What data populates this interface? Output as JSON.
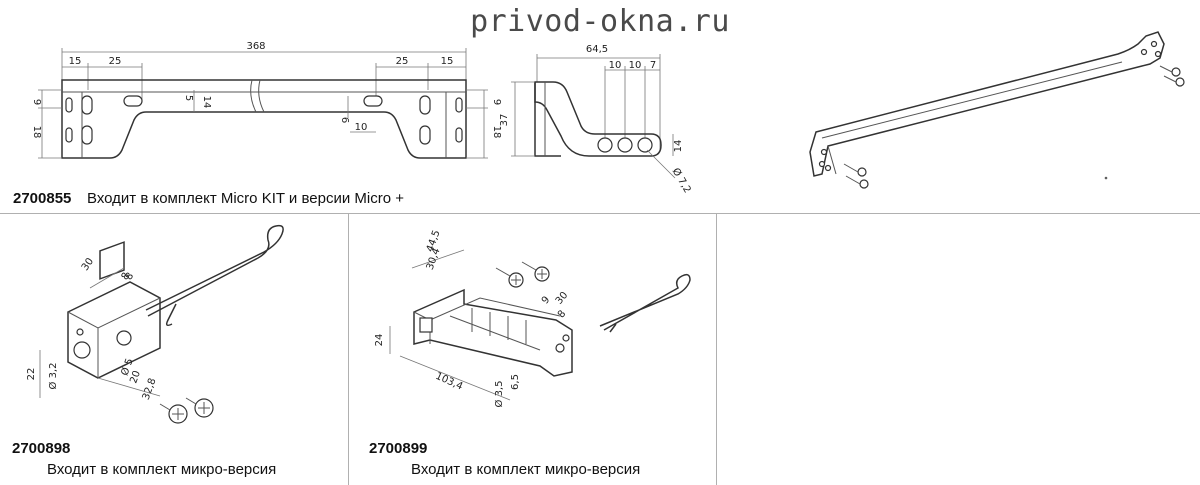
{
  "site_title": "privod-okna.ru",
  "part1": {
    "code": "2700855",
    "caption": "Входит в комплект Micro KIT и версии Micro +",
    "dims_front": {
      "d368": "368",
      "d15a": "15",
      "d25a": "25",
      "d25b": "25",
      "d15b": "15",
      "d9a": "9",
      "d18a": "18",
      "d14": "14",
      "d9b": "9",
      "d18b": "18",
      "d10": "10",
      "d6": "6",
      "d5": "5"
    },
    "dims_side": {
      "d64_5": "64,5",
      "d10a": "10",
      "d10b": "10",
      "d7": "7",
      "d37": "37",
      "d14": "14",
      "d_hole": "Ø 7,2"
    }
  },
  "part2": {
    "code": "2700898",
    "caption": "Входит в комплект микро-версия",
    "dims": {
      "d30": "30",
      "d8a": "8",
      "d8b": "8",
      "d22": "22",
      "d3_2": "Ø 3,2",
      "d5": "Ø 5",
      "d20": "20",
      "d32_8": "32,8"
    }
  },
  "part3": {
    "code": "2700899",
    "caption": "Входит в комплект микро-версия",
    "dims": {
      "d44_5": "44,5",
      "d30_4": "30,4",
      "d9": "9",
      "d30": "30",
      "d8": "8",
      "d24": "24",
      "d103_4": "103,4",
      "d3_5": "Ø 3,5",
      "d6_5": "6,5"
    }
  }
}
